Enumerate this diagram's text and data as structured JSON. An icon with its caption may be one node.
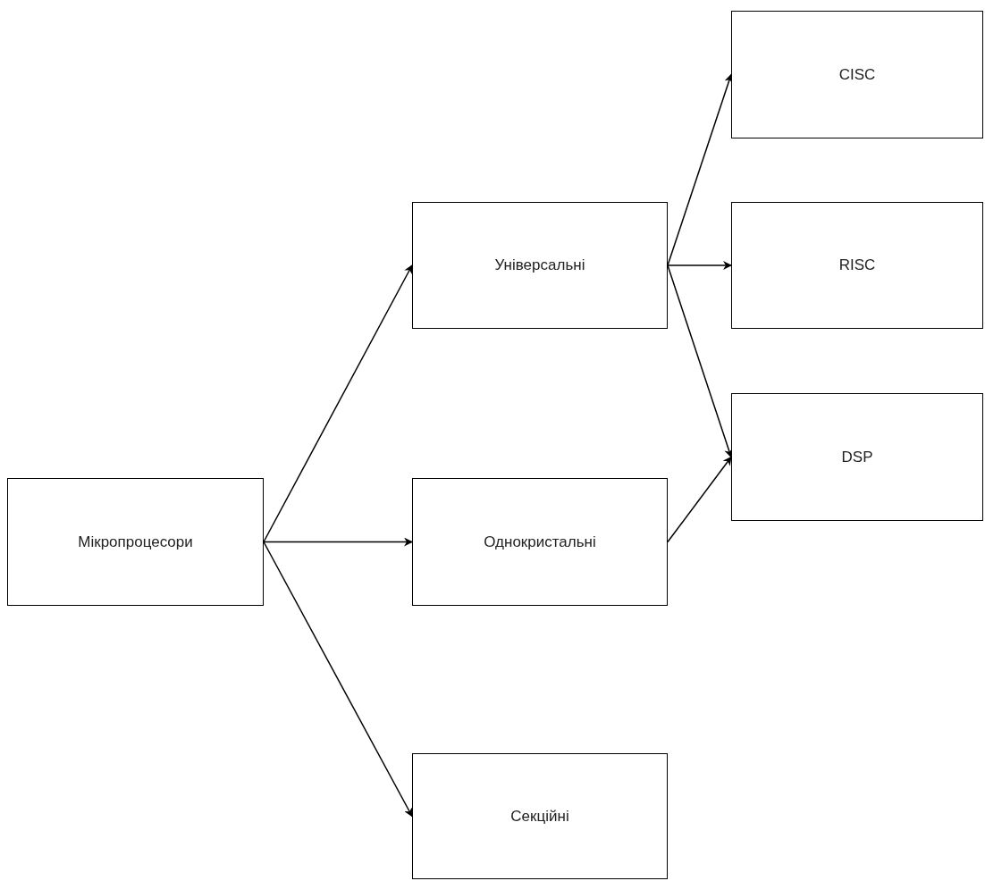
{
  "diagram": {
    "nodes": [
      {
        "text": [
          "Мікропроцесори"
        ]
      },
      {
        "text": [
          "Універсальні"
        ]
      },
      {
        "text": [
          "Однокристальні"
        ]
      },
      {
        "text": [
          "Секційні"
        ]
      },
      {
        "text": [
          "CISC"
        ]
      },
      {
        "text": [
          "RISC"
        ]
      },
      {
        "text": [
          "DSP"
        ]
      }
    ],
    "edges": [
      {
        "from": 0,
        "to": 1,
        "arrow": "to"
      },
      {
        "from": 0,
        "to": 2,
        "arrow": "to"
      },
      {
        "from": 0,
        "to": 3,
        "arrow": "to"
      },
      {
        "from": 1,
        "to": 4,
        "arrow": "to"
      },
      {
        "from": 1,
        "to": 5,
        "arrow": "to"
      },
      {
        "from": 1,
        "to": 6,
        "arrow": "to"
      },
      {
        "from": 2,
        "to": 6,
        "arrow": "to"
      }
    ]
  }
}
